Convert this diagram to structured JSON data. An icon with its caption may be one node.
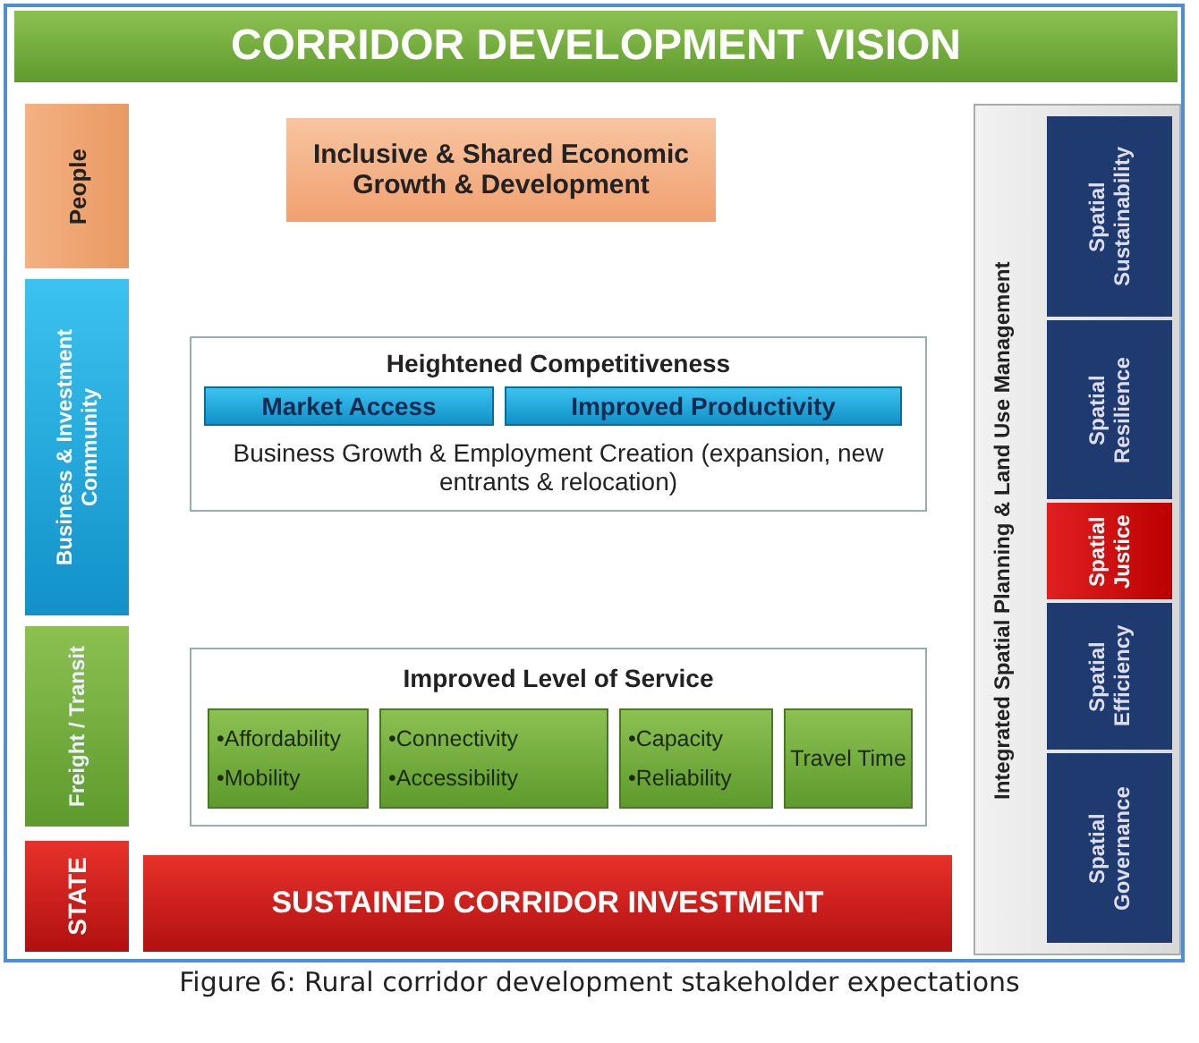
{
  "diagram": {
    "caption": "Figure 6: Rural corridor development stakeholder expectations",
    "nodes": [
      {
        "text": [
          "CORRIDOR DEVELOPMENT VISION"
        ]
      },
      {
        "text": [
          "People"
        ]
      },
      {
        "text": [
          "Inclusive & Shared Economic Growth & Development"
        ]
      },
      {
        "text": [
          "Business & Investment Community"
        ]
      },
      {
        "text": [
          "Heightened Competitiveness",
          "Business Growth & Employment Creation (expansion, new entrants & relocation)"
        ]
      },
      {
        "text": [
          "Market Access"
        ],
        "in": 4
      },
      {
        "text": [
          "Improved Productivity"
        ],
        "in": 4
      },
      {
        "text": [
          "Freight / Transit"
        ]
      },
      {
        "text": [
          "Improved Level of Service"
        ]
      },
      {
        "text": [
          "•Affordability",
          "•Mobility"
        ],
        "in": 8
      },
      {
        "text": [
          "•Connectivity",
          "•Accessibility"
        ],
        "in": 8
      },
      {
        "text": [
          "•Capacity",
          "•Reliability"
        ],
        "in": 8
      },
      {
        "text": [
          "Travel Time"
        ],
        "in": 8
      },
      {
        "text": [
          "STATE"
        ]
      },
      {
        "text": [
          "SUSTAINED CORRIDOR INVESTMENT"
        ]
      },
      {
        "text": [
          "Integrated Spatial Planning & Land Use Management"
        ]
      },
      {
        "text": [
          "Spatial Sustainability"
        ],
        "in": 15
      },
      {
        "text": [
          "Spatial Resilience"
        ],
        "in": 15
      },
      {
        "text": [
          "Spatial Justice"
        ],
        "in": 15
      },
      {
        "text": [
          "Spatial Efficiency"
        ],
        "in": 15
      },
      {
        "text": [
          "Spatial Governance"
        ],
        "in": 15
      }
    ]
  }
}
